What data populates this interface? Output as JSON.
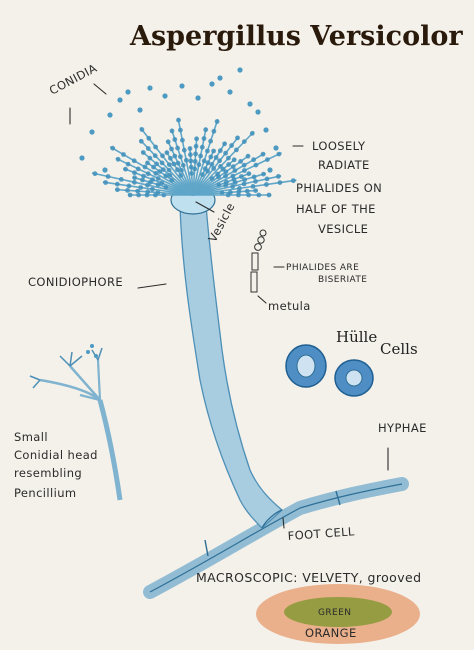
{
  "title": "Aspergillus Versicolor",
  "labels": {
    "conidia": "CONIDIA",
    "desc_line1": "LOOSELY",
    "desc_line2": "RADIATE",
    "desc_line3": "PHIALIDES ON",
    "desc_line4": "HALF OF THE",
    "desc_line5": "VESICLE",
    "vesicle": "Vesicle",
    "biseriate_line1": "PHIALIDES ARE",
    "biseriate_line2": "BISERIATE",
    "metula": "metula",
    "conidiophore": "CONIDIOPHORE",
    "hulle": "Hülle",
    "cells": "Cells",
    "small_head_line1": "Small",
    "small_head_line2": "Conidial head",
    "small_head_line3": "resembling",
    "small_head_line4": "Pencillium",
    "hyphae": "HYPHAE",
    "foot_cell": "FOOT CELL",
    "macroscopic": "MACROSCOPIC: VELVETY, grooved",
    "colony_green": "GREEN",
    "colony_orange": "ORANGE"
  },
  "colors": {
    "background": "#f4f1ea",
    "structure_blue": "#7fb3cf",
    "structure_dark": "#2f6f96",
    "conidia_blue": "#4d9ac2",
    "title_brown": "#2a1a0c",
    "colony_green": "#8d9a3a",
    "colony_orange": "#e8a47a"
  }
}
